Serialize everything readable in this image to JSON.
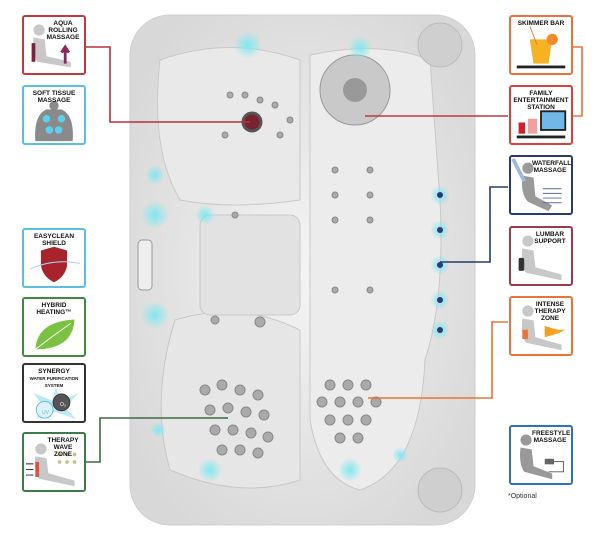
{
  "features_left": [
    {
      "id": "aqua-rolling-massage",
      "label": "Aqua Rolling Massage",
      "color": "#c0393f"
    },
    {
      "id": "soft-tissue-massage",
      "label": "Soft Tissue Massage",
      "color": "#5bc0e0"
    },
    {
      "id": "easyclean-shield",
      "label": "EasyClean Shield",
      "color": "#5bc0e0"
    },
    {
      "id": "hybrid-heating",
      "label": "Hybrid Heating™",
      "color": "#3f8a3f"
    },
    {
      "id": "synergy",
      "label": "Synergy",
      "sublabel": "Water Purification System",
      "color": "#333333",
      "uv": "UV",
      "o3": "O₃"
    },
    {
      "id": "therapy-wave-zone",
      "label": "Therapy Wave Zone",
      "color": "#3f7a4a"
    }
  ],
  "features_right": [
    {
      "id": "skimmer-bar",
      "label": "Skimmer Bar",
      "color": "#e8743b"
    },
    {
      "id": "family-entertainment-station",
      "label": "Family Entertainment Station",
      "color": "#d9403f"
    },
    {
      "id": "waterfall-massage",
      "label": "Waterfall Massage",
      "color": "#2b3a6b"
    },
    {
      "id": "lumbar-support",
      "label": "Lumbar Support",
      "color": "#9b3b50"
    },
    {
      "id": "intense-therapy-zone",
      "label": "Intense Therapy Zone",
      "color": "#e8743b"
    },
    {
      "id": "freestyle-massage",
      "label": "Freestyle Massage",
      "color": "#2e74b5"
    }
  ],
  "footnote": "*Optional"
}
